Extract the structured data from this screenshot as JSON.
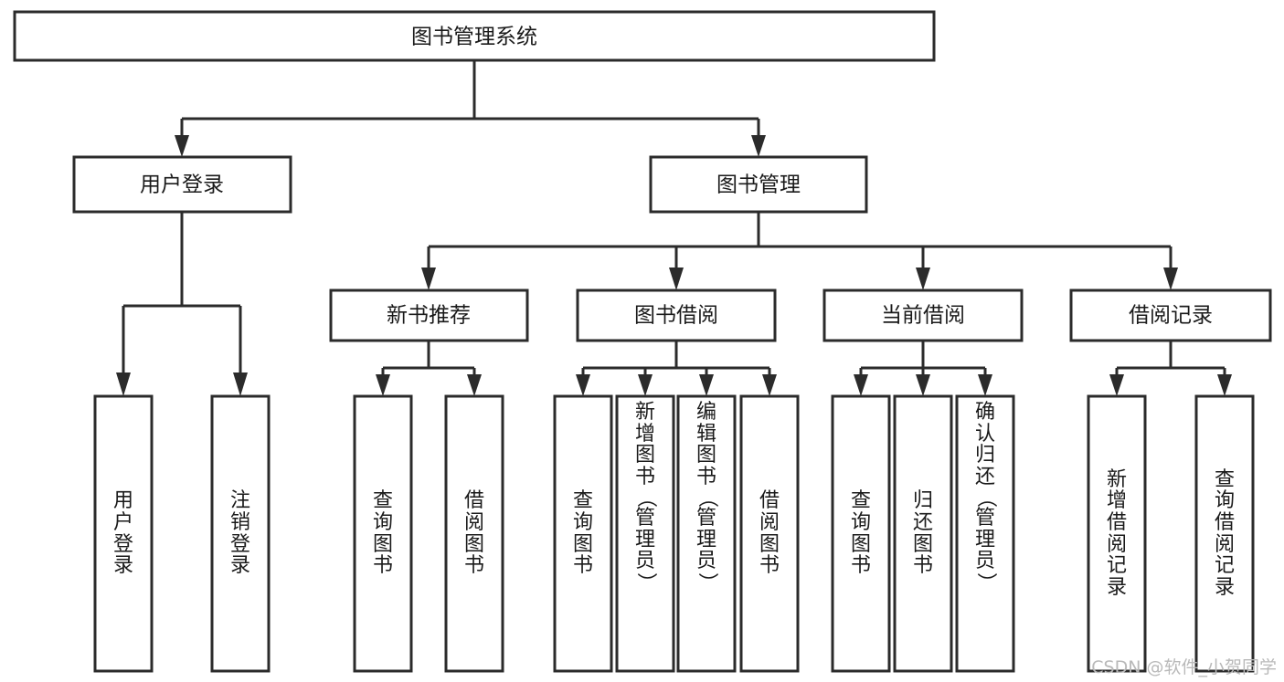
{
  "diagram": {
    "title": "图书管理系统",
    "watermark": "CSDN @软件_小贺同学",
    "levels": {
      "root": {
        "label": "图书管理系统"
      },
      "level2": [
        {
          "label": "用户登录"
        },
        {
          "label": "图书管理"
        }
      ],
      "level3": [
        {
          "label": "新书推荐"
        },
        {
          "label": "图书借阅"
        },
        {
          "label": "当前借阅"
        },
        {
          "label": "借阅记录"
        }
      ],
      "leaves": [
        {
          "label": "用户登录",
          "parent": "用户登录"
        },
        {
          "label": "注销登录",
          "parent": "用户登录"
        },
        {
          "label": "查询图书",
          "parent": "新书推荐"
        },
        {
          "label": "借阅图书",
          "parent": "新书推荐"
        },
        {
          "label": "查询图书",
          "parent": "图书借阅"
        },
        {
          "label": "新增图书（管理员）",
          "parent": "图书借阅"
        },
        {
          "label": "编辑图书（管理员）",
          "parent": "图书借阅"
        },
        {
          "label": "借阅图书",
          "parent": "图书借阅"
        },
        {
          "label": "查询图书",
          "parent": "当前借阅"
        },
        {
          "label": "归还图书",
          "parent": "当前借阅"
        },
        {
          "label": "确认归还（管理员）",
          "parent": "当前借阅"
        },
        {
          "label": "新增借阅记录",
          "parent": "借阅记录"
        },
        {
          "label": "查询借阅记录",
          "parent": "借阅记录"
        }
      ]
    },
    "colors": {
      "stroke": "#2b2b2b",
      "fill": "#ffffff",
      "text": "#1a1a1a",
      "watermark": "#b9b9b9"
    }
  }
}
